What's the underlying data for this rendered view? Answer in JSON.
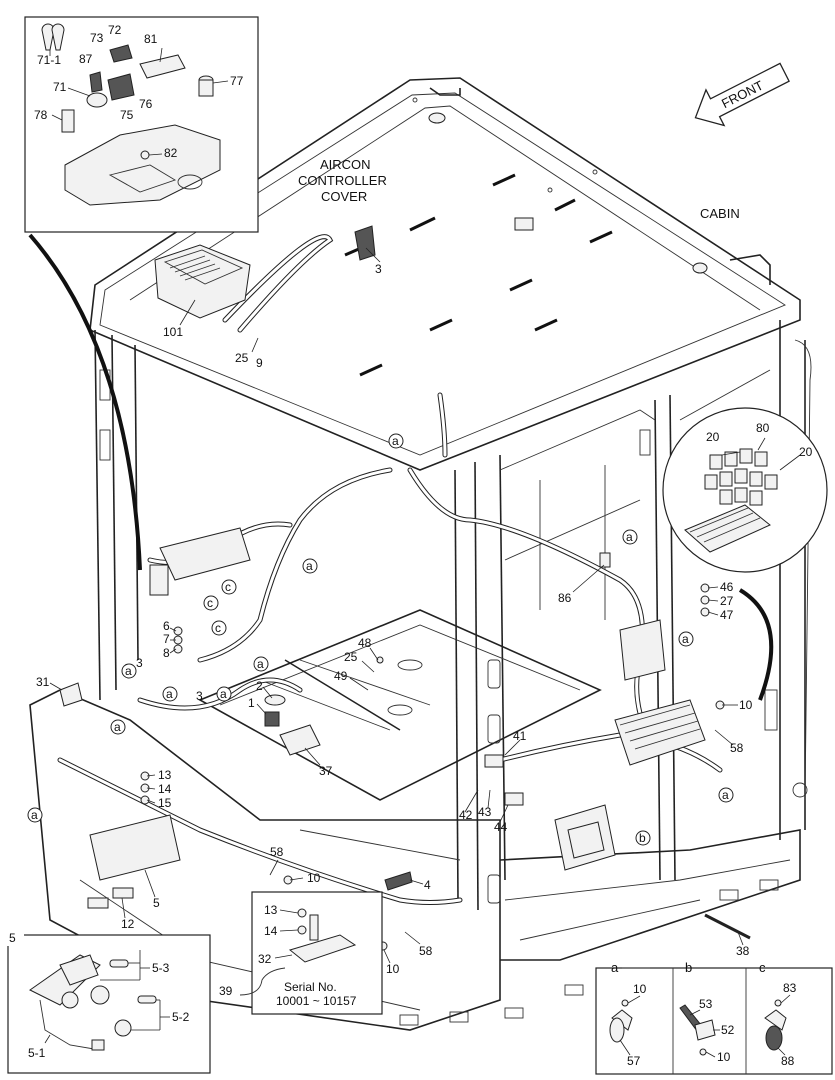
{
  "titles": {
    "aircon_line1": "AIRCON",
    "aircon_line2": "CONTROLLER",
    "aircon_line3": "COVER",
    "cabin": "CABIN",
    "front": "FRONT"
  },
  "serial": {
    "line1": "Serial No.",
    "line2": "10001 ~ 10157"
  },
  "inset_top_left_labels": [
    "71-1",
    "73",
    "72",
    "81",
    "87",
    "71",
    "76",
    "75",
    "77",
    "78",
    "82"
  ],
  "inset_pedal": {
    "title": "5",
    "labels": [
      "5-3",
      "5-2",
      "5-1"
    ]
  },
  "detail_views": {
    "a": {
      "title": "a",
      "labels": [
        "10",
        "57"
      ]
    },
    "b": {
      "title": "b",
      "labels": [
        "53",
        "52",
        "10"
      ]
    },
    "c": {
      "title": "c",
      "labels": [
        "83",
        "88"
      ]
    }
  },
  "serial_inset_labels": [
    "13",
    "14",
    "32"
  ],
  "callouts": [
    "3",
    "101",
    "25",
    "9",
    "80",
    "20",
    "20",
    "86",
    "46",
    "27",
    "47",
    "6",
    "7",
    "8",
    "48",
    "25",
    "49",
    "2",
    "1",
    "37",
    "31",
    "3",
    "3",
    "13",
    "14",
    "15",
    "10",
    "58",
    "41",
    "42",
    "43",
    "44",
    "58",
    "10",
    "4",
    "58",
    "10",
    "5",
    "12",
    "38",
    "39"
  ],
  "circle_letters": [
    "a",
    "a",
    "a",
    "a",
    "a",
    "a",
    "a",
    "a",
    "a",
    "a",
    "a",
    "b",
    "c",
    "c",
    "c"
  ]
}
